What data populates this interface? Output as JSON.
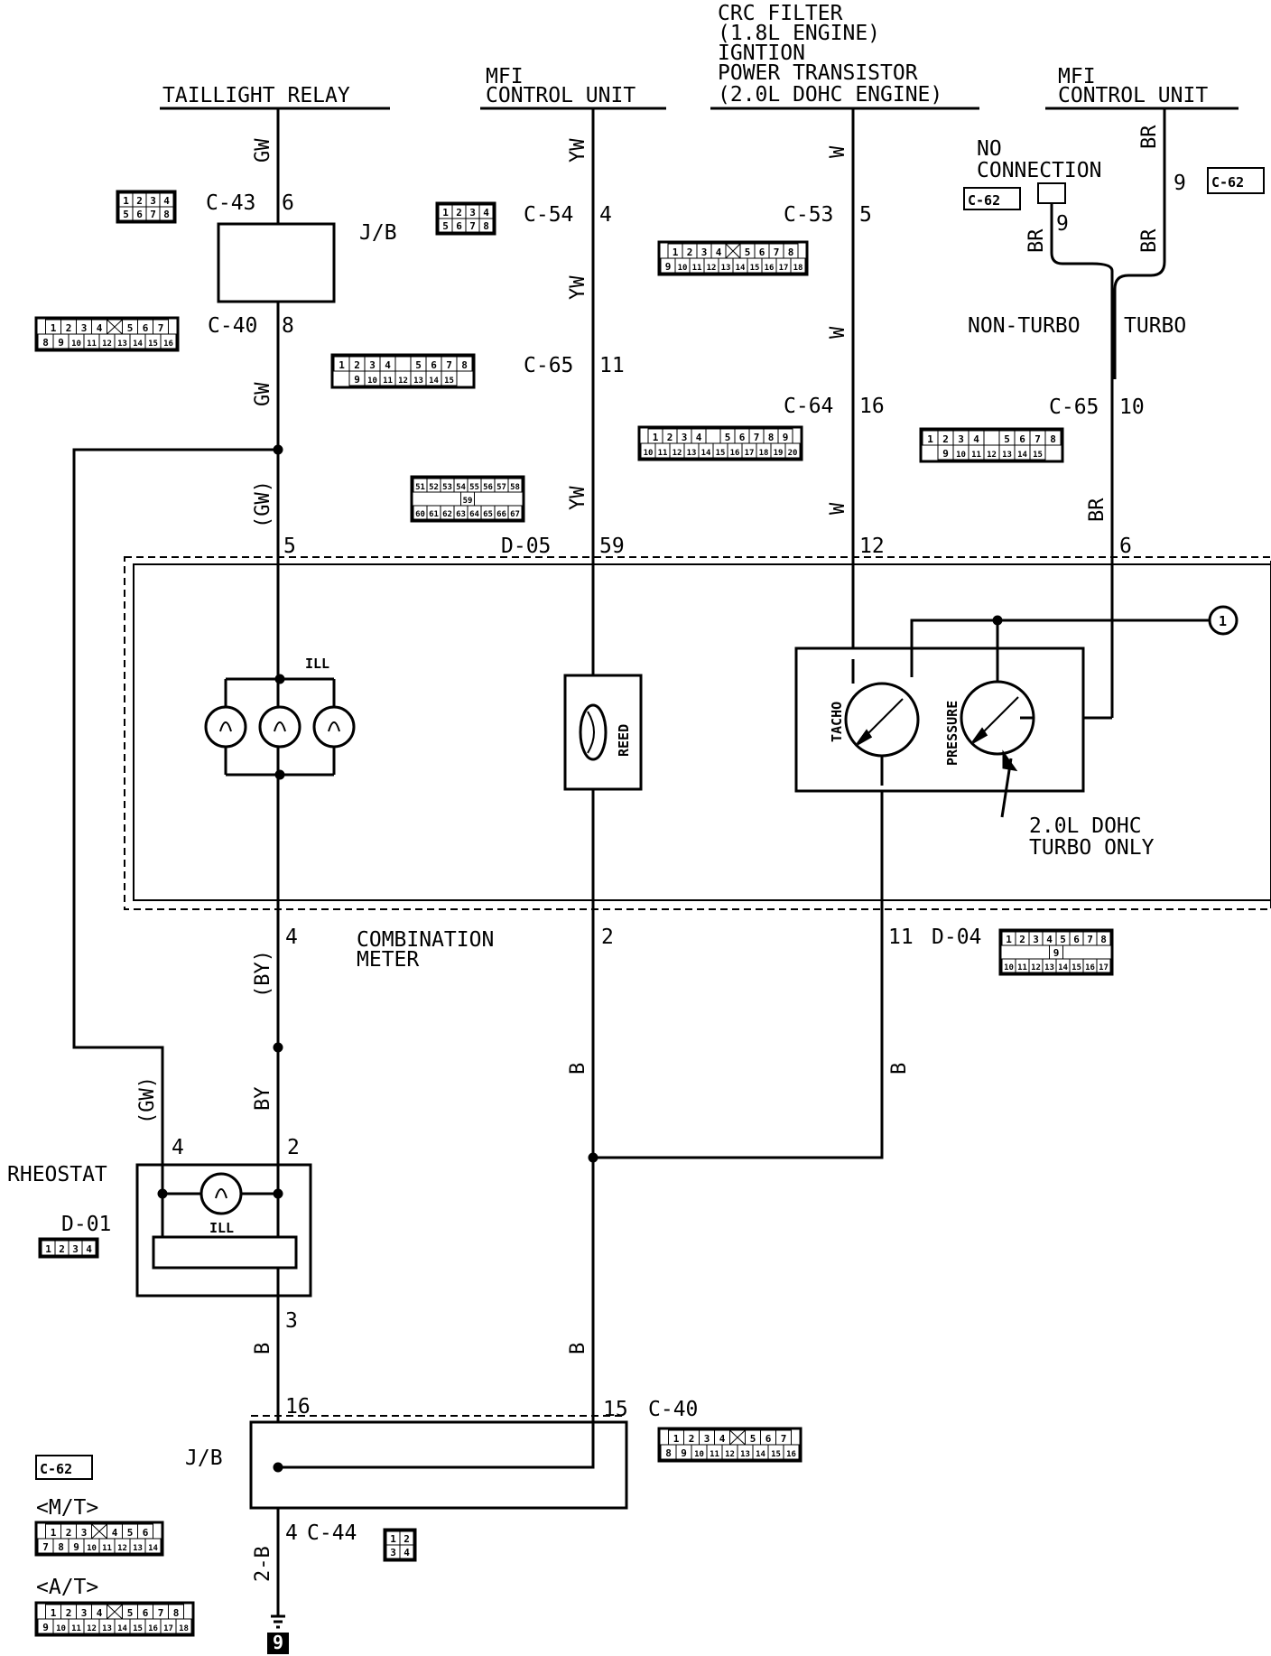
{
  "headers": {
    "taillight_relay": "TAILLIGHT RELAY",
    "mfi_left_l1": "MFI",
    "mfi_left_l2": "CONTROL UNIT",
    "crc_l1": "CRC FILTER",
    "crc_l2": "(1.8L ENGINE)",
    "crc_l3": "IGNTION",
    "crc_l4": "POWER TRANSISTOR",
    "crc_l5": "(2.0L DOHC ENGINE)",
    "mfi_right_l1": "MFI",
    "mfi_right_l2": "CONTROL UNIT"
  },
  "labels": {
    "no_connection_l1": "NO",
    "no_connection_l2": "CONNECTION",
    "non_turbo": "NON-TURBO",
    "turbo": "TURBO",
    "jb": "J/B",
    "ill": "ILL",
    "reed": "REED",
    "tacho": "TACHO",
    "pressure": "PRESSURE",
    "turbo_only_l1": "2.0L DOHC",
    "turbo_only_l2": "TURBO ONLY",
    "combination_l1": "COMBINATION",
    "combination_l2": "METER",
    "rheostat": "RHEOSTAT",
    "ground_id": "9",
    "circle_ref": "1",
    "mt": "<M/T>",
    "at": "<A/T>"
  },
  "connectors": {
    "c43": "C-43",
    "c40": "C-40",
    "c54": "C-54",
    "c65": "C-65",
    "c53": "C-53",
    "c64": "C-64",
    "c62": "C-62",
    "c65b": "C-65",
    "d05": "D-05",
    "d04": "D-04",
    "d01": "D-01",
    "c40b": "C-40",
    "c44": "C-44",
    "c62b": "C-62",
    "c62c": "C-62"
  },
  "pins": {
    "c43_6": "6",
    "c40_8": "8",
    "d05_5": "5",
    "c54_4": "4",
    "c65_11": "11",
    "d05_59": "59",
    "c53_5": "5",
    "c64_16": "16",
    "d05_12": "12",
    "c62_9a": "9",
    "c62_9b": "9",
    "c65_10": "10",
    "d05_6": "6",
    "d04_4": "4",
    "d04_2": "2",
    "d04_11": "11",
    "rh_4": "4",
    "rh_2": "2",
    "rh_3": "3",
    "jb_16": "16",
    "jb_15": "15",
    "c44_4": "4"
  },
  "wire_colors": {
    "gw1": "GW",
    "gw2": "GW",
    "gw3": "(GW)",
    "gw4": "(GW)",
    "yw1": "YW",
    "yw2": "YW",
    "yw3": "YW",
    "w1": "W",
    "w2": "W",
    "w3": "W",
    "br1": "BR",
    "br2": "BR",
    "br3": "BR",
    "br4": "BR",
    "by1": "(BY)",
    "by2": "BY",
    "b1": "B",
    "b2": "B",
    "b3": "B",
    "b4": "B",
    "b2b": "2-B"
  },
  "connector_faces": {
    "c43": [
      [
        "1",
        "2",
        "3",
        "4"
      ],
      [
        "5",
        "6",
        "7",
        "8"
      ]
    ],
    "c54": [
      [
        "1",
        "2",
        "3",
        "4"
      ],
      [
        "5",
        "6",
        "7",
        "8"
      ]
    ],
    "c40": [
      [
        "1",
        "2",
        "3",
        "4",
        "X",
        "5",
        "6",
        "7"
      ],
      [
        "8",
        "9",
        "10",
        "11",
        "12",
        "13",
        "14",
        "15",
        "16"
      ]
    ],
    "c53": [
      [
        "1",
        "2",
        "3",
        "4",
        "X",
        "5",
        "6",
        "7",
        "8"
      ],
      [
        "9",
        "10",
        "11",
        "12",
        "13",
        "14",
        "15",
        "16",
        "17",
        "18"
      ]
    ],
    "c65": [
      [
        "1",
        "2",
        "3",
        "4",
        "-",
        "5",
        "6",
        "7",
        "8"
      ],
      [
        "9",
        "10",
        "11",
        "12",
        "13",
        "14",
        "15"
      ]
    ],
    "c64": [
      [
        "1",
        "2",
        "3",
        "4",
        "-",
        "5",
        "6",
        "7",
        "8",
        "9"
      ],
      [
        "10",
        "11",
        "12",
        "13",
        "14",
        "15",
        "16",
        "17",
        "18",
        "19",
        "20"
      ]
    ],
    "c65b": [
      [
        "1",
        "2",
        "3",
        "4",
        "-",
        "5",
        "6",
        "7",
        "8"
      ],
      [
        "9",
        "10",
        "11",
        "12",
        "13",
        "14",
        "15"
      ]
    ],
    "d05": [
      [
        "51",
        "52",
        "53",
        "54",
        "55",
        "56",
        "57",
        "58"
      ],
      [
        "59"
      ],
      [
        "60",
        "61",
        "62",
        "63",
        "64",
        "65",
        "66",
        "67"
      ]
    ],
    "d04": [
      [
        "1",
        "2",
        "3",
        "4",
        "5",
        "6",
        "7",
        "8"
      ],
      [
        "9"
      ],
      [
        "10",
        "11",
        "12",
        "13",
        "14",
        "15",
        "16",
        "17"
      ]
    ],
    "d01": [
      [
        "1",
        "2",
        "3",
        "4"
      ]
    ],
    "c40b": [
      [
        "1",
        "2",
        "3",
        "4",
        "X",
        "5",
        "6",
        "7"
      ],
      [
        "8",
        "9",
        "10",
        "11",
        "12",
        "13",
        "14",
        "15",
        "16"
      ]
    ],
    "c44": [
      [
        "1",
        "2"
      ],
      [
        "3",
        "4"
      ]
    ],
    "c62_mt": [
      [
        "1",
        "2",
        "3",
        "X",
        "4",
        "5",
        "6"
      ],
      [
        "7",
        "8",
        "9",
        "10",
        "11",
        "12",
        "13",
        "14"
      ]
    ],
    "c62_at": [
      [
        "1",
        "2",
        "3",
        "4",
        "X",
        "5",
        "6",
        "7",
        "8"
      ],
      [
        "9",
        "10",
        "11",
        "12",
        "13",
        "14",
        "15",
        "16",
        "17",
        "18"
      ]
    ]
  }
}
